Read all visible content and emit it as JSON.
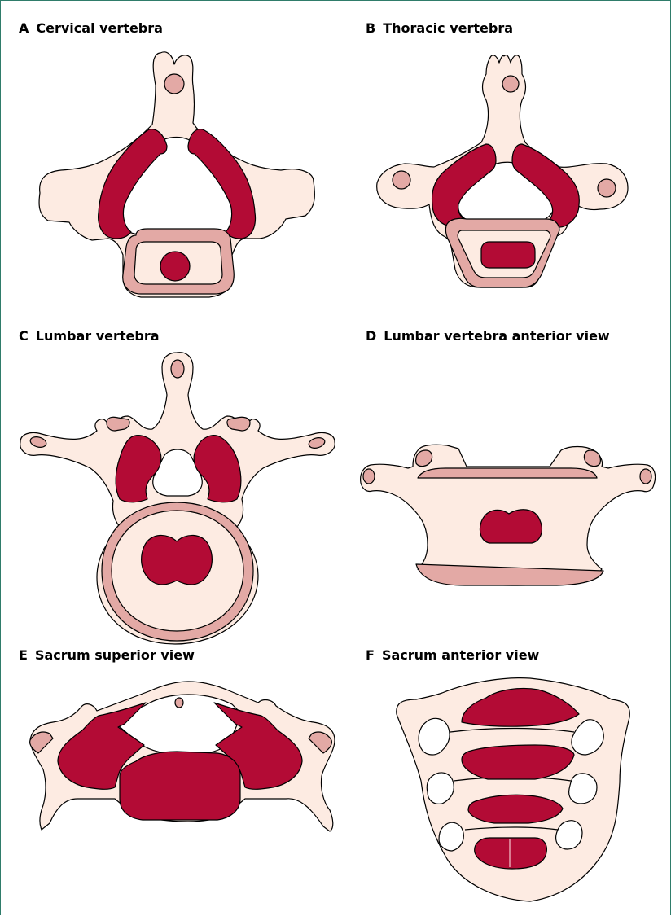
{
  "panels": [
    {
      "letter": "A",
      "title": "Cervical vertebra"
    },
    {
      "letter": "B",
      "title": "Thoracic vertebra"
    },
    {
      "letter": "C",
      "title": "Lumbar vertebra"
    },
    {
      "letter": "D",
      "title": "Lumbar vertebra anterior view"
    },
    {
      "letter": "E",
      "title": "Sacrum superior view"
    },
    {
      "letter": "F",
      "title": "Sacrum anterior view"
    }
  ],
  "colors": {
    "bone": "#fdebe2",
    "highlight": "#b30b35",
    "cortex": "#e3a9a5",
    "frame": "#2f7c6a"
  }
}
